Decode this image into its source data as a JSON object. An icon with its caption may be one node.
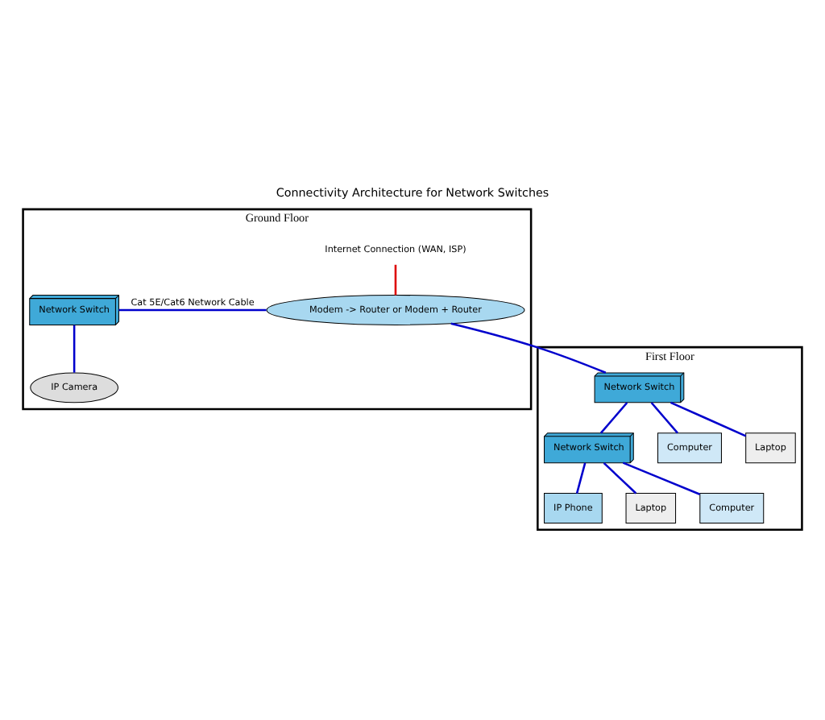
{
  "diagram": {
    "title": "Connectivity Architecture for Network Switches",
    "nodes": [
      {
        "text": [
          "First Floor"
        ]
      },
      {
        "text": [
          "Network Switch"
        ],
        "in": 0
      },
      {
        "text": [
          "Network Switch"
        ],
        "in": 0
      },
      {
        "text": [
          "Computer"
        ],
        "in": 0
      },
      {
        "text": [
          "Laptop"
        ],
        "in": 0
      },
      {
        "text": [
          "IP Phone"
        ],
        "in": 0
      },
      {
        "text": [
          "Laptop"
        ],
        "in": 0
      },
      {
        "text": [
          "Computer"
        ],
        "in": 0
      },
      {
        "text": [
          "Ground Floor"
        ]
      },
      {
        "text": [
          "Internet Connection (WAN, ISP)"
        ],
        "in": 8
      },
      {
        "text": [
          "Modem -> Router or Modem + Router"
        ],
        "in": 8
      },
      {
        "text": [
          "Network Switch"
        ],
        "in": 8
      },
      {
        "text": [
          "IP Camera"
        ],
        "in": 8
      }
    ],
    "edges": [
      {
        "from": 10,
        "to": 1,
        "arrow": "none"
      },
      {
        "from": 1,
        "to": 3,
        "arrow": "none"
      },
      {
        "from": 1,
        "to": 4,
        "arrow": "none"
      },
      {
        "from": 1,
        "to": 2,
        "arrow": "none"
      },
      {
        "from": 2,
        "to": 6,
        "arrow": "none"
      },
      {
        "from": 2,
        "to": 5,
        "arrow": "none"
      },
      {
        "from": 2,
        "to": 7,
        "arrow": "none"
      },
      {
        "from": 9,
        "to": 10,
        "arrow": "none",
        "color": "#dd0000"
      },
      {
        "from": 10,
        "to": 11,
        "arrow": "none",
        "label": "Cat 5E/Cat6 Network Cable"
      },
      {
        "from": 11,
        "to": 12,
        "arrow": "none"
      }
    ]
  }
}
